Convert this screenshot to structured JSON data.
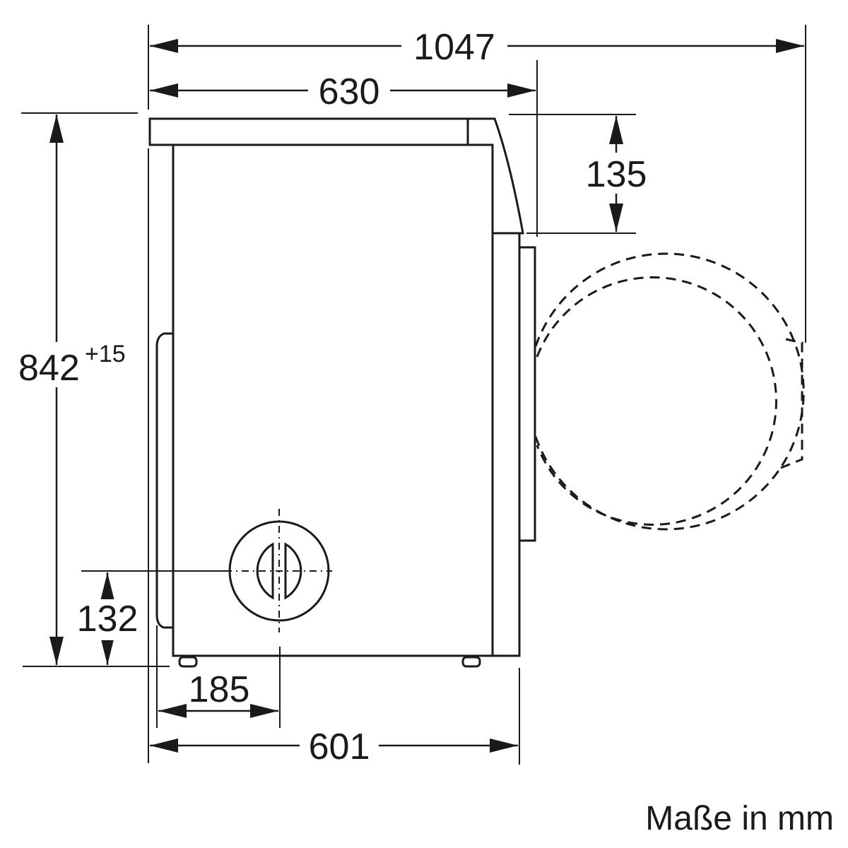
{
  "dimensions": {
    "total_depth_with_door": "1047",
    "depth_top": "630",
    "top_height": "135",
    "height": "842",
    "height_tolerance": "+15",
    "connection_height": "132",
    "connection_offset": "185",
    "body_depth": "601"
  },
  "caption": "Maße in mm",
  "colors": {
    "line": "#1a1a1a",
    "background": "#ffffff"
  }
}
